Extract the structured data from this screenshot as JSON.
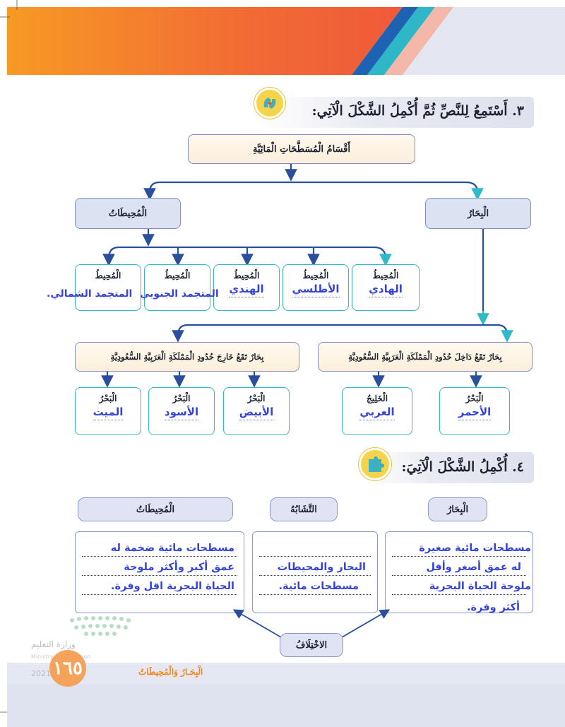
{
  "q3": {
    "title": "٣. أَسْتَمِعُ لِلنَّصِّ ثُمَّ أُكْمِلُ الشَّكْلَ الْآتِي:",
    "root": "أَقْسَامُ الْمُسَطَّحَاتِ الْمَائِيَّةِ",
    "left_branch": "الْمُحِيطَاتُ",
    "right_branch": "الْبِحَارُ",
    "ocean_label": "الْمُحِيطُ",
    "oceans": [
      {
        "answer": "الهادي"
      },
      {
        "answer": "الأطلسي"
      },
      {
        "answer": "الهندي"
      },
      {
        "answer": "المتجمد الجنوبي"
      },
      {
        "answer": "المتجمد الشمالي."
      }
    ],
    "seas_inside": "بِحَارٌ تَقَعُ دَاخِلَ حُدُودِ الْمَمْلَكَةِ الْعَرَبِيَّةِ السُّعُودِيَّةِ",
    "seas_outside": "بِحَارٌ تَقَعُ خَارِجَ حُدُودِ الْمَمْلَكَةِ الْعَرَبِيَّةِ السُّعُودِيَّةِ",
    "inside_items": [
      {
        "label": "الْبَحْرُ",
        "answer": "الأحمر"
      },
      {
        "label": "الْخَلِيجُ",
        "answer": "العربي"
      }
    ],
    "outside_items": [
      {
        "label": "الْبَحْرُ",
        "answer": "الأبيض"
      },
      {
        "label": "الْبَحْرُ",
        "answer": "الأسود"
      },
      {
        "label": "الْبَحْرُ",
        "answer": "الميت"
      }
    ]
  },
  "q4": {
    "title": "٤. أُكْمِلُ الشَّكْلَ الْآتِيَ:",
    "seas_header": "الْبِحَارُ",
    "similarity_header": "التَّشَابُهُ",
    "oceans_header": "الْمُحِيطَاتُ",
    "difference": "الاخْتِلَافُ",
    "seas_lines": [
      "مسطحات مائية صغيرة",
      "له عمق أصغر وأقل",
      "ملوحة الحياة البحرية",
      "أكثر وفرة."
    ],
    "similarity_lines": [
      "البحار والمحيطات",
      "مسطحات مائية."
    ],
    "oceans_lines": [
      "مسطحات مائية ضخمة له",
      "عمق أكبر وأكثر ملوحة",
      "الحياة البحرية اقل وفرة."
    ]
  },
  "footer": {
    "unit_title": "الْبِحَـارُ وَالْمُحِيطَاتُ",
    "page_number": "١٦٥",
    "ministry": "وزارة التعليم",
    "ministry_en": "Ministry of Education",
    "year": "2021 - 1443"
  },
  "colors": {
    "arrow_dark": "#2a4f9c",
    "arrow_teal": "#2fb9c9",
    "answer": "#3543d6"
  }
}
